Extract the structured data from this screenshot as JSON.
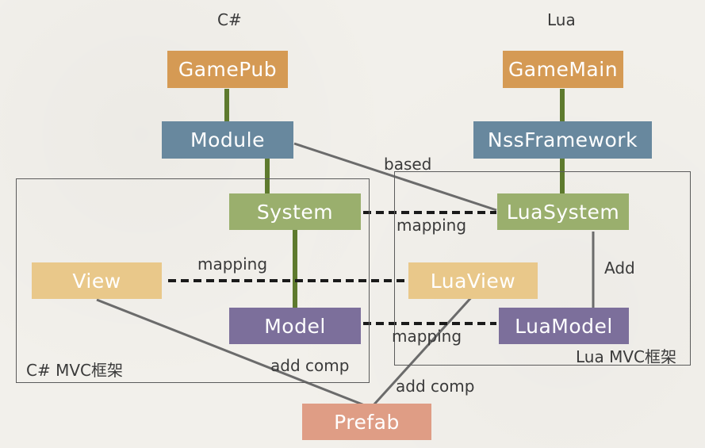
{
  "colors": {
    "orange": "#d59a54",
    "blue": "#68889e",
    "green": "#9aaf6d",
    "yellow": "#e9c88a",
    "purple": "#7c6f9b",
    "salmon": "#df9d85",
    "edge_green": "#5e7a2e",
    "edge_gray": "#6b6b6b"
  },
  "columns": {
    "csharp": "C#",
    "lua": "Lua"
  },
  "groups": {
    "csharp_mvc": "C# MVC框架",
    "lua_mvc": "Lua MVC框架"
  },
  "nodes": {
    "gamepub": "GamePub",
    "module": "Module",
    "system": "System",
    "view": "View",
    "model": "Model",
    "gamemain": "GameMain",
    "nssframework": "NssFramework",
    "luasystem": "LuaSystem",
    "luaview": "LuaView",
    "luamodel": "LuaModel",
    "prefab": "Prefab"
  },
  "edge_labels": {
    "based": "based",
    "mapping_system": "mapping",
    "mapping_view": "mapping",
    "mapping_model": "mapping",
    "add": "Add",
    "add_comp_left": "add comp",
    "add_comp_right": "add comp"
  }
}
